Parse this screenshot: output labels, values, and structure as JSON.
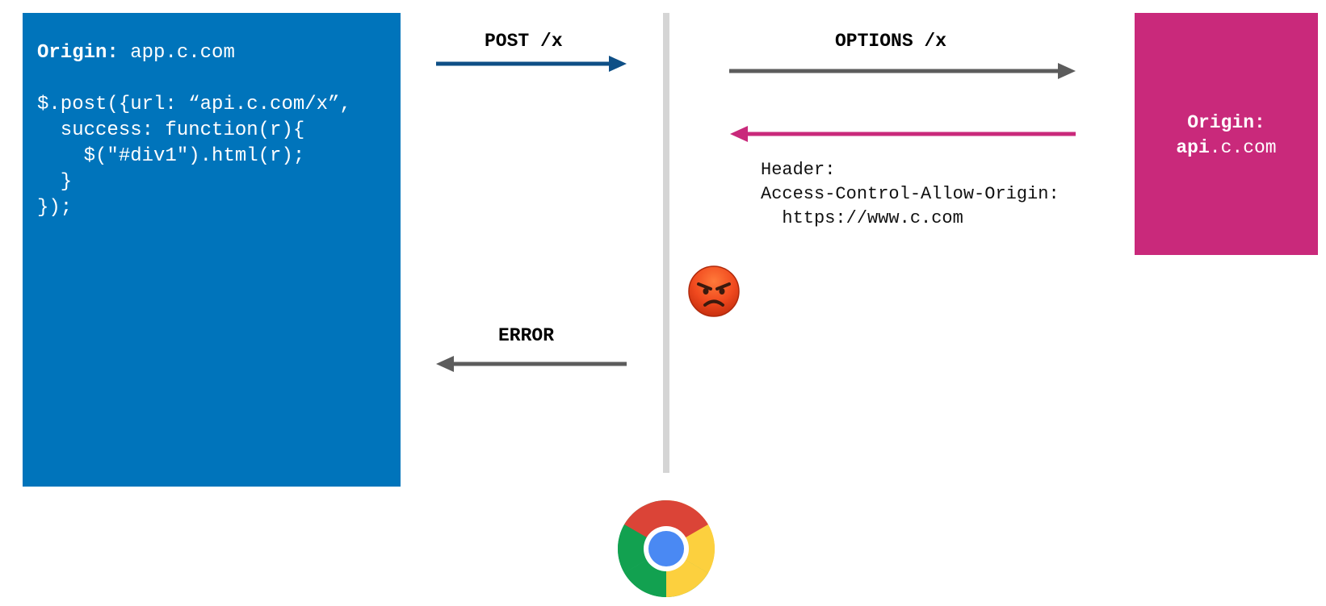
{
  "client": {
    "origin_key": "Origin:",
    "origin_value": "app.c.com",
    "code_lines": [
      "$.post({url: “api.c.com/x”,",
      "  success: function(r){",
      "    $(\"#div1\").html(r);",
      "  }",
      "});"
    ]
  },
  "server": {
    "origin_key": "Origin:",
    "origin_value_bold": "api",
    "origin_value_rest": ".c.com"
  },
  "arrows": {
    "post_label": "POST /x",
    "options_label": "OPTIONS /x",
    "error_label": "ERROR"
  },
  "response_header": {
    "line1": "Header:",
    "line2": "Access-Control-Allow-Origin:",
    "line3": "  https://www.c.com"
  },
  "icons": {
    "angry_face": "angry-face-icon",
    "browser": "chrome-icon"
  },
  "colors": {
    "client_blue": "#0074bb",
    "server_magenta": "#c9297b",
    "post_arrow": "#0e4f86",
    "grey_arrow": "#5c5c5c",
    "response_arrow": "#c9297b",
    "divider": "#d5d5d5"
  }
}
